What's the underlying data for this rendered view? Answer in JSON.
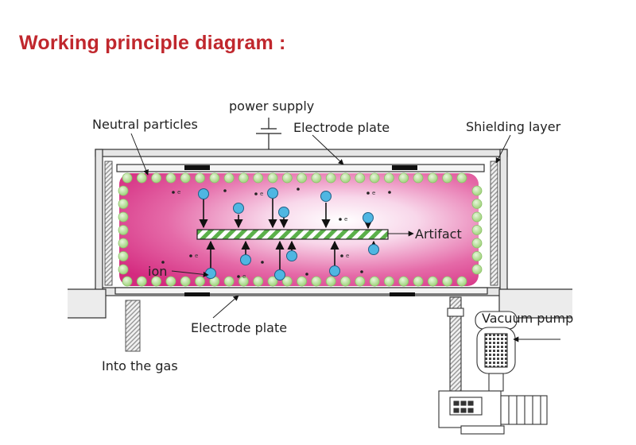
{
  "title": "Working principle diagram :",
  "labels": {
    "power_supply": "power supply",
    "neutral_particles": "Neutral particles",
    "electrode_plate_top": "Electrode plate",
    "shielding_layer": "Shielding layer",
    "artifact": "Artifact",
    "ion": "ion",
    "electrode_plate_bottom": "Electrode plate",
    "into_the_gas": "Into the gas",
    "vacuum_pump": "Vacuum pump"
  },
  "electron_symbol": "e",
  "colors": {
    "title": "#c0272d",
    "plasma_edge": "#d42a7f",
    "plasma_center": "#ffffff",
    "neutral_particle": "#b9e09a",
    "ion": "#4fb6e2",
    "artifact_stripe": "#5bb04a"
  }
}
